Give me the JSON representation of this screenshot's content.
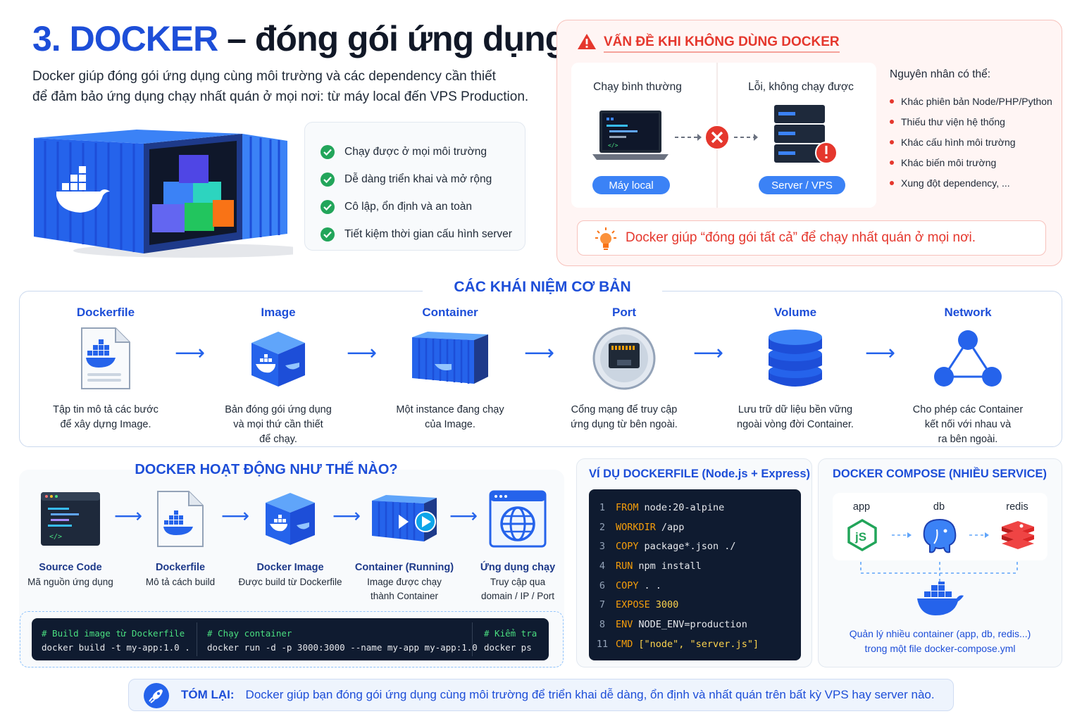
{
  "header": {
    "title_highlight": "3. DOCKER",
    "title_rest": "– đóng gói ứng dụng",
    "intro_line1": "Docker giúp đóng gói ứng dụng cùng môi trường và các dependency cần thiết",
    "intro_line2": "để đảm bảo ứng dụng chạy nhất quán ở mọi nơi: từ máy local đến VPS Production."
  },
  "benefits": [
    "Chạy được ở mọi môi trường",
    "Dễ dàng triển khai và mở rộng",
    "Cô lập, ổn định và an toàn",
    "Tiết kiệm thời gian cấu hình server"
  ],
  "problem": {
    "title": "VẤN ĐỀ KHI KHÔNG DÙNG DOCKER",
    "ok_caption": "Chạy bình thường",
    "fail_caption": "Lỗi, không chạy được",
    "local_label": "Máy local",
    "server_label": "Server / VPS",
    "causes_title": "Nguyên nhân có thể:",
    "causes": [
      "Khác phiên bản Node/PHP/Python",
      "Thiếu thư viện hệ thống",
      "Khác cấu hình môi trường",
      "Khác biến môi trường",
      "Xung đột dependency, ..."
    ],
    "tip": "Docker giúp “đóng gói tất cả” để chạy nhất quán ở mọi nơi."
  },
  "concepts": {
    "title": "CÁC KHÁI NIỆM CƠ BẢN",
    "items": [
      {
        "name": "Dockerfile",
        "l1": "Tập tin mô tả các bước",
        "l2": "để xây dựng Image.",
        "l3": ""
      },
      {
        "name": "Image",
        "l1": "Bản đóng gói ứng dụng",
        "l2": "và mọi thứ cần thiết",
        "l3": "để chạy."
      },
      {
        "name": "Container",
        "l1": "Một instance đang chạy",
        "l2": "của Image.",
        "l3": ""
      },
      {
        "name": "Port",
        "l1": "Cổng mạng để truy cập",
        "l2": "ứng dụng từ bên ngoài.",
        "l3": ""
      },
      {
        "name": "Volume",
        "l1": "Lưu trữ dữ liệu bền vững",
        "l2": "ngoài vòng đời Container.",
        "l3": ""
      },
      {
        "name": "Network",
        "l1": "Cho phép các Container",
        "l2": "kết nối với nhau và",
        "l3": "ra bên ngoài."
      }
    ]
  },
  "how": {
    "title": "DOCKER HOẠT ĐỘNG NHƯ THẾ NÀO?",
    "steps": [
      {
        "name": "Source Code",
        "l1": "Mã nguồn ứng dụng",
        "l2": ""
      },
      {
        "name": "Dockerfile",
        "l1": "Mô tả cách build",
        "l2": ""
      },
      {
        "name": "Docker Image",
        "l1": "Được build từ Dockerfile",
        "l2": ""
      },
      {
        "name": "Container (Running)",
        "l1": "Image được chạy",
        "l2": "thành Container"
      },
      {
        "name": "Ứng dụng chạy",
        "l1": "Truy cập qua",
        "l2": "domain / IP / Port"
      }
    ],
    "commands": [
      {
        "comment": "# Build image từ Dockerfile",
        "cmd": "docker build -t my-app:1.0 ."
      },
      {
        "comment": "# Chạy container",
        "cmd": "docker run -d -p 3000:3000 --name my-app my-app:1.0"
      },
      {
        "comment": "# Kiểm tra",
        "cmd": "docker ps"
      }
    ]
  },
  "dockerfile": {
    "title": "VÍ DỤ DOCKERFILE (Node.js + Express)",
    "lines": [
      {
        "n": "1",
        "kw": "FROM",
        "val": "node:20-alpine"
      },
      {
        "n": "2",
        "kw": "WORKDIR",
        "val": "/app"
      },
      {
        "n": "3",
        "kw": "COPY",
        "val": "package*.json ./"
      },
      {
        "n": "4",
        "kw": "RUN",
        "val": "npm install"
      },
      {
        "n": "6",
        "kw": "COPY",
        "val": ". ."
      },
      {
        "n": "7",
        "kw": "EXPOSE",
        "val": "3000"
      },
      {
        "n": "8",
        "kw": "ENV",
        "val": "NODE_ENV=production"
      },
      {
        "n": "11",
        "kw": "CMD",
        "val": "[\"node\", \"server.js\"]"
      }
    ]
  },
  "compose": {
    "title": "DOCKER COMPOSE (NHIỀU SERVICE)",
    "services": [
      "app",
      "db",
      "redis"
    ],
    "desc_line1": "Quản lý nhiều container (app, db, redis...)",
    "desc_line2": "trong một file docker-compose.yml"
  },
  "summary": {
    "label": "TÓM LẠI:",
    "text": "Docker giúp bạn đóng gói ứng dụng cùng môi trường để triển khai dễ dàng, ổn định và nhất quán trên bất kỳ VPS hay server nào."
  },
  "colors": {
    "brand_blue": "#1d4ed8",
    "alert_red": "#e5372d",
    "success_green": "#22a55a"
  }
}
